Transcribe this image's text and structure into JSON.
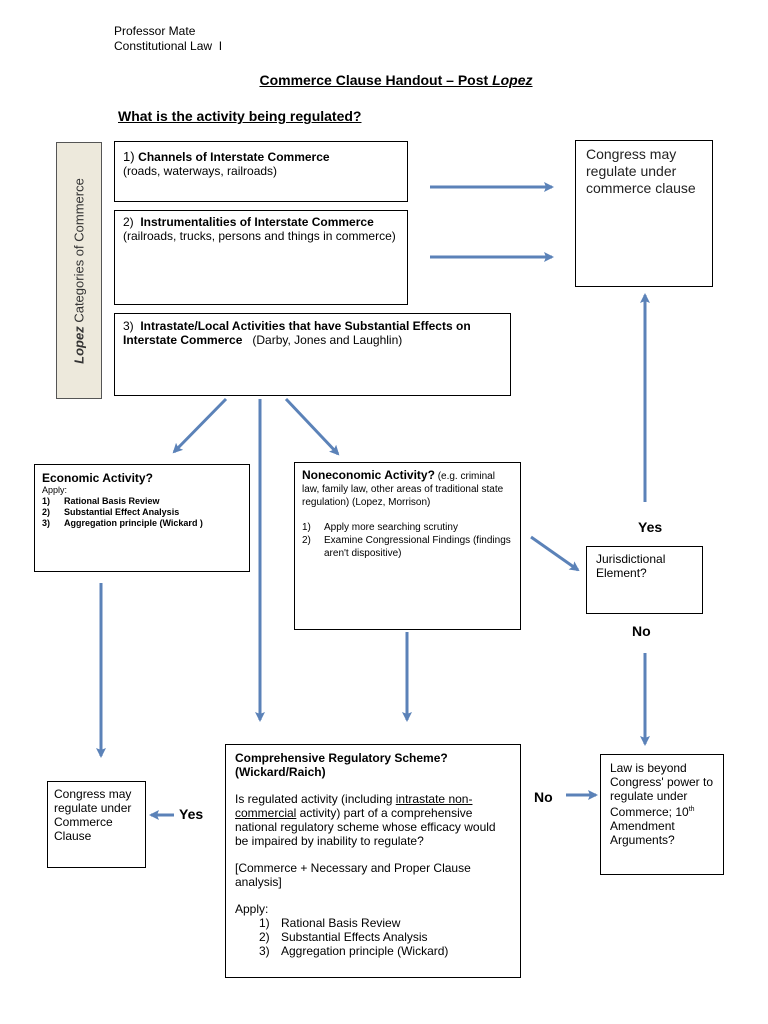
{
  "header": {
    "professor": "Professor Mate",
    "course": "Constitutional Law  I",
    "title_prefix": "Commerce Clause Handout – Post ",
    "title_case": "Lopez"
  },
  "question": "What is the activity being regulated?",
  "sidebar": {
    "case": "Lopez",
    "label": " Categories of Commerce"
  },
  "channels": {
    "num": "1) ",
    "title": "Channels of Interstate Commerce",
    "detail": "(roads, waterways, railroads)"
  },
  "instrumentalities": {
    "num": "2)  ",
    "title": "Instrumentalities of Interstate Commerce",
    "detail": "(railroads, trucks, persons and things in commerce)"
  },
  "intrastate": {
    "num": "3)  ",
    "title": "Intrastate/Local Activities that have Substantial Effects on Interstate Commerce",
    "detail": "   (Darby, Jones and Laughlin)"
  },
  "congress_top": {
    "text": "Congress may regulate under commerce clause"
  },
  "economic": {
    "title": "Economic Activity?",
    "apply": "Apply:",
    "steps": [
      {
        "n": "1)",
        "t": "Rational Basis Review"
      },
      {
        "n": "2)",
        "t": "Substantial Effect Analysis"
      },
      {
        "n": "3)",
        "t": "Aggregation principle (Wickard )"
      }
    ]
  },
  "noneconomic": {
    "title": "Noneconomic Activity?",
    "detail": " (e.g. criminal law, family law, other areas of traditional state regulation) (Lopez, Morrison)",
    "steps": [
      {
        "n": "1)",
        "t": "Apply more searching scrutiny"
      },
      {
        "n": "2)",
        "t": "Examine Congressional Findings (findings aren't dispositive)"
      }
    ]
  },
  "jurisdictional": {
    "text": "Jurisdictional Element?"
  },
  "labels": {
    "yes_upper": "Yes",
    "no_upper": "No",
    "yes_lower": "Yes",
    "no_lower": "No"
  },
  "comprehensive": {
    "title": "Comprehensive Regulatory Scheme? (Wickard/Raich)",
    "q_before": "Is regulated activity (including ",
    "q_underlined": "intrastate non-commercial",
    "q_after": " activity) part of a comprehensive national regulatory scheme whose efficacy would be impaired by inability to regulate?",
    "bracket": "[Commerce + Necessary and Proper Clause analysis]",
    "apply": "Apply:",
    "steps": [
      {
        "n": "1)",
        "t": "Rational Basis Review"
      },
      {
        "n": "2)",
        "t": "Substantial Effects Analysis"
      },
      {
        "n": "3)",
        "t": "Aggregation principle (Wickard)"
      }
    ]
  },
  "congress_bottom": {
    "text": "Congress may regulate under Commerce Clause"
  },
  "beyond": {
    "line1": "Law is beyond Congress' power to regulate under Commerce;",
    "ord_num": "10",
    "ord_sup": "th",
    "line2": " Amendment Arguments?"
  },
  "colors": {
    "arrow": "#5b82b8",
    "sidebar_bg": "#ede9dc"
  }
}
